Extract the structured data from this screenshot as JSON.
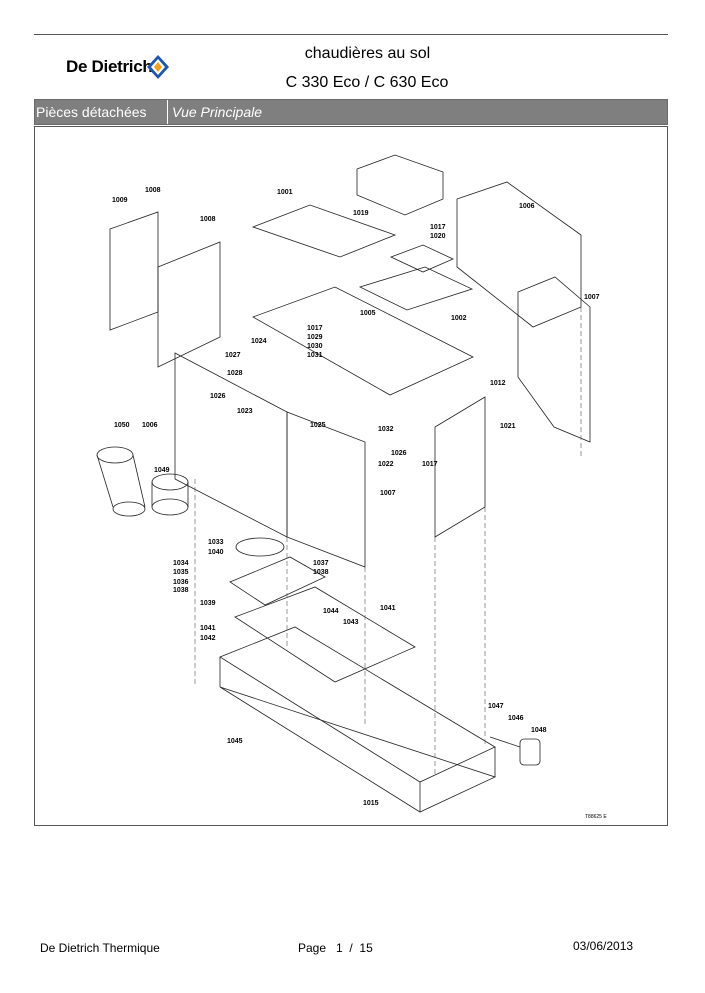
{
  "header": {
    "brand": "De Dietrich",
    "title_line1": "chaudières au sol",
    "title_line2": "C 330 Eco / C 630 Eco"
  },
  "section": {
    "label": "Pièces détachées",
    "view": "Vue Principale"
  },
  "diagram": {
    "part_labels": [
      "1009",
      "1008",
      "1008",
      "1001",
      "1019",
      "1017",
      "1020",
      "1006",
      "1002",
      "1007",
      "1005",
      "1017",
      "1029",
      "1030",
      "1031",
      "1024",
      "1027",
      "1028",
      "1026",
      "1023",
      "1025",
      "1012",
      "1032",
      "1026",
      "1022",
      "1017",
      "1021",
      "1050",
      "1006",
      "1049",
      "1007",
      "1033",
      "1040",
      "1034",
      "1035",
      "1036",
      "1038",
      "1037",
      "1038",
      "1039",
      "1044",
      "1043",
      "1041",
      "1041",
      "1042",
      "1045",
      "1047",
      "1046",
      "1048",
      "1015"
    ],
    "reference": "T88625 E"
  },
  "footer": {
    "company": "De Dietrich Thermique",
    "page_label": "Page",
    "page_current": "1",
    "page_sep": "/",
    "page_total": "15",
    "date": "03/06/2013"
  }
}
